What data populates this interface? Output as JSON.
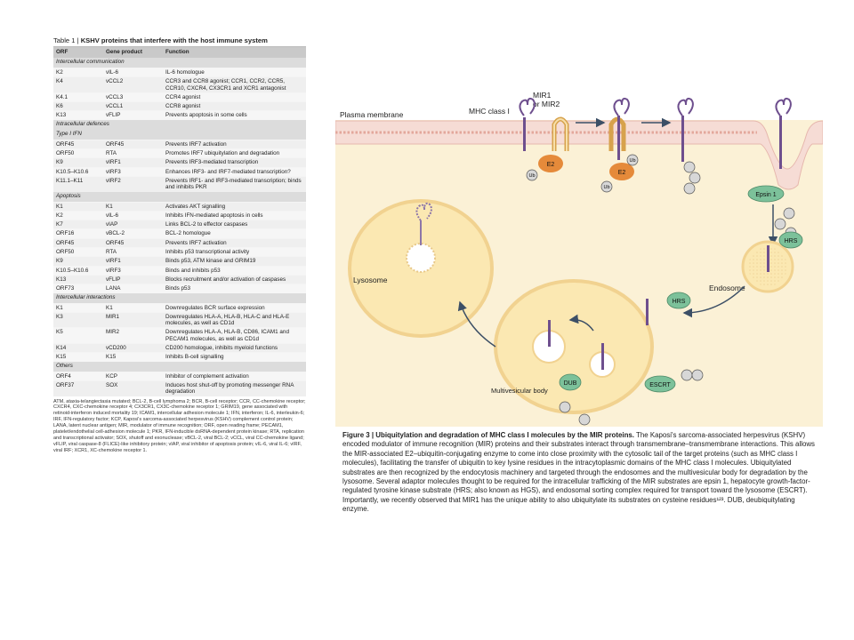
{
  "table": {
    "caption_prefix": "Table 1 |",
    "caption_title": "KSHV proteins that interfere with the host immune system",
    "headers": [
      "ORF",
      "Gene product",
      "Function"
    ],
    "sections": [
      {
        "title": "Intercellular communication",
        "rows": [
          [
            "K2",
            "vIL-6",
            "IL-6 homologue"
          ],
          [
            "K4",
            "vCCL2",
            "CCR3 and CCR8 agonist; CCR1, CCR2, CCR5, CCR10, CXCR4, CX3CR1 and XCR1 antagonist"
          ],
          [
            "K4.1",
            "vCCL3",
            "CCR4 agonist"
          ],
          [
            "K6",
            "vCCL1",
            "CCR8 agonist"
          ],
          [
            "K13",
            "vFLIP",
            "Prevents apoptosis in some cells"
          ]
        ]
      },
      {
        "title": "Intracellular defences",
        "rows": []
      },
      {
        "title": "Type I IFN",
        "rows": [
          [
            "ORF45",
            "ORF45",
            "Prevents IRF7 activation"
          ],
          [
            "ORF50",
            "RTA",
            "Promotes IRF7 ubiquitylation and degradation"
          ],
          [
            "K9",
            "vIRF1",
            "Prevents IRF3-mediated transcription"
          ],
          [
            "K10.5–K10.6",
            "vIRF3",
            "Enhances IRF3- and IRF7-mediated transcription?"
          ],
          [
            "K11.1–K11",
            "vIRF2",
            "Prevents IRF1- and IRF3-mediated transcription; binds and inhibits PKR"
          ]
        ]
      },
      {
        "title": "Apoptosis",
        "rows": [
          [
            "K1",
            "K1",
            "Activates AKT signalling"
          ],
          [
            "K2",
            "vIL-6",
            "Inhibits IFN-mediated apoptosis in cells"
          ],
          [
            "K7",
            "vIAP",
            "Links BCL-2 to effector caspases"
          ],
          [
            "ORF16",
            "vBCL-2",
            "BCL-2 homologue"
          ],
          [
            "ORF45",
            "ORF45",
            "Prevents IRF7 activation"
          ],
          [
            "ORF50",
            "RTA",
            "Inhibits p53 transcriptional activity"
          ],
          [
            "K9",
            "vIRF1",
            "Binds p53, ATM kinase and GRIM19"
          ],
          [
            "K10.5–K10.6",
            "vIRF3",
            "Binds and inhibits p53"
          ],
          [
            "K13",
            "vFLIP",
            "Blocks recruitment and/or activation of caspases"
          ],
          [
            "ORF73",
            "LANA",
            "Binds p53"
          ]
        ]
      },
      {
        "title": "Intercellular interactions",
        "rows": [
          [
            "K1",
            "K1",
            "Downregulates BCR surface expression"
          ],
          [
            "K3",
            "MIR1",
            "Downregulates HLA-A, HLA-B, HLA-C and HLA-E molecules, as well as CD1d"
          ],
          [
            "K5",
            "MIR2",
            "Downregulates HLA-A, HLA-B, CD86, ICAM1 and PECAM1 molecules, as well as CD1d"
          ],
          [
            "K14",
            "vCD200",
            "CD200 homologue, inhibits myeloid functions"
          ],
          [
            "K15",
            "K15",
            "Inhibits B-cell signalling"
          ]
        ]
      },
      {
        "title": "Others",
        "rows": [
          [
            "ORF4",
            "KCP",
            "Inhibitor of complement activation"
          ],
          [
            "ORF37",
            "SOX",
            "Induces host shut-off by promoting messenger RNA degradation"
          ]
        ]
      }
    ],
    "footnote": "ATM, ataxia-telangiectasia mutated; BCL-2, B-cell lymphoma 2; BCR, B-cell receptor; CCR, CC-chemokine receptor; CXCR4, CXC-chemokine receptor 4; CX3CR1, CX3C-chemokine receptor 1; GRIM19, gene associated with retinoid-interferon induced mortality 19; ICAM1, intercellular adhesion molecule 1; IFN, interferon; IL-6, interleukin-6; IRF, IFN-regulatory factor; KCP, Kaposi's sarcoma-associated herpesvirus (KSHV) complement control protein; LANA, latent nuclear antigen; MIR, modulator of immune recognition; ORF, open reading frame; PECAM1, platelet/endothelial cell-adhesion molecule 1; PKR, IFN-inducible dsRNA-dependent protein kinase; RTA, replication and transcriptional activator; SOX, shutoff and exonuclease; vBCL-2, viral BCL-2; vCCL, viral CC-chemokine ligand; vFLIP, viral caspase-8 (FLICE)-like inhibitory protein; vIAP, viral inhibitor of apoptosis protein; vIL-6, viral IL-6; vIRF, viral IRF; XCR1, XC-chemokine receptor 1."
  },
  "figure": {
    "labels": {
      "plasma_membrane": "Plasma membrane",
      "mhc_class_i": "MHC class I",
      "mir_1": "MIR1",
      "mir_2": "or MIR2",
      "lysosome": "Lysosome",
      "endosome": "Endosome",
      "multivesicular_body": "Multivesicular body"
    },
    "molecules": {
      "e2": "E2",
      "ub": "Ub",
      "epsin": "Epsin 1",
      "hrs": "HRS",
      "escrt": "ESCRT",
      "dub": "DUB"
    },
    "colors": {
      "cytoplasm": "#fbf1d6",
      "organelle_fill": "#fbe8b2",
      "organelle_edge": "#f1d290",
      "mhc_purple": "#6e4f8e",
      "mir_tan": "#d7a24c",
      "e2_orange": "#e58a3a",
      "green_adaptor": "#7cc19a",
      "ub_grey": "#d7d7d7",
      "membrane_pink": "#e6b7ad"
    },
    "caption_prefix": "Figure 3 |",
    "caption_title": "Ubiquitylation and degradation of MHC class I molecules by the MIR proteins.",
    "caption_body": "The Kaposi's sarcoma-associated herpesvirus (KSHV) encoded modulator of immune recognition (MIR) proteins and their substrates interact through transmembrane–transmembrane interactions. This allows the MIR-associated E2–ubiquitin-conjugating enzyme to come into close proximity with the cytosolic tail of the target proteins (such as MHC class I molecules), facilitating the transfer of ubiquitin to key lysine residues in the intracytoplasmic domains of the MHC class I molecules. Ubiquitylated substrates are then recognized by the endocytosis machinery and targeted through the endosomes and the multivesicular body for degradation by the lysosome. Several adaptor molecules thought to be required for the intracellular trafficking of the MIR substrates are epsin 1, hepatocyte growth-factor-regulated tyrosine kinase substrate (HRS; also known as HGS), and endosomal sorting complex required for transport toward the lysosome (ESCRT). Importantly, we recently observed that MIR1 has the unique ability to also ubiquitylate its substrates on cysteine residues¹²³. DUB, deubiquitylating enzyme."
  }
}
